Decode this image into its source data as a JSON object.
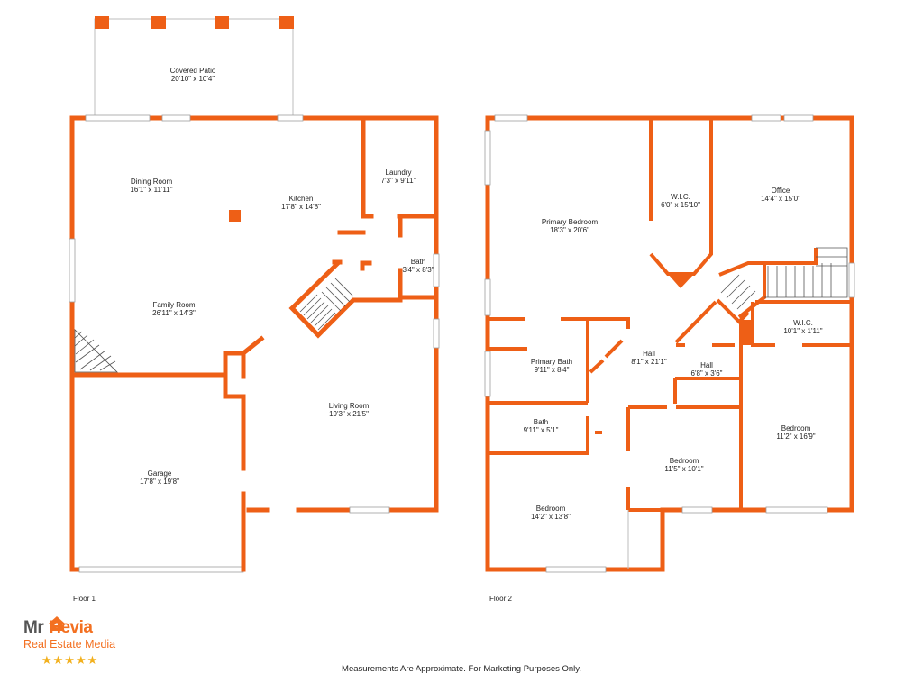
{
  "floors": [
    {
      "label": "Floor 1",
      "rooms": [
        {
          "name": "Covered Patio",
          "dims": "20'10\" x 10'4\""
        },
        {
          "name": "Dining Room",
          "dims": "16'1\" x 11'11\""
        },
        {
          "name": "Kitchen",
          "dims": "17'8\" x 14'8\""
        },
        {
          "name": "Laundry",
          "dims": "7'3\" x 9'11\""
        },
        {
          "name": "Bath",
          "dims": "3'4\" x 8'3\""
        },
        {
          "name": "Family Room",
          "dims": "26'11\" x 14'3\""
        },
        {
          "name": "Living Room",
          "dims": "19'3\" x 21'5\""
        },
        {
          "name": "Garage",
          "dims": "17'8\" x 19'8\""
        }
      ]
    },
    {
      "label": "Floor 2",
      "rooms": [
        {
          "name": "Primary Bedroom",
          "dims": "18'3\" x 20'6\""
        },
        {
          "name": "W.I.C.",
          "dims": "6'0\" x 15'10\""
        },
        {
          "name": "Office",
          "dims": "14'4\" x 15'0\""
        },
        {
          "name": "W.I.C.",
          "dims": "10'1\" x 1'11\""
        },
        {
          "name": "Hall",
          "dims": "8'1\" x 21'1\""
        },
        {
          "name": "Hall",
          "dims": "6'8\" x 3'6\""
        },
        {
          "name": "Primary Bath",
          "dims": "9'11\" x 8'4\""
        },
        {
          "name": "Bath",
          "dims": "9'11\" x 5'1\""
        },
        {
          "name": "Bedroom",
          "dims": "11'5\" x 10'1\""
        },
        {
          "name": "Bedroom",
          "dims": "11'2\" x 16'9\""
        },
        {
          "name": "Bedroom",
          "dims": "14'2\" x 13'8\""
        }
      ]
    }
  ],
  "footer": {
    "note": "Measurements Are Approximate. For Marketing Purposes Only."
  },
  "logo": {
    "line1_a": "Mr",
    "line1_b": "Hevia",
    "line2": "Real Estate Media",
    "stars": "★★★★★"
  },
  "colors": {
    "wall": "#ee5f16",
    "logo_accent": "#f37021",
    "stars": "#f2b01e"
  }
}
